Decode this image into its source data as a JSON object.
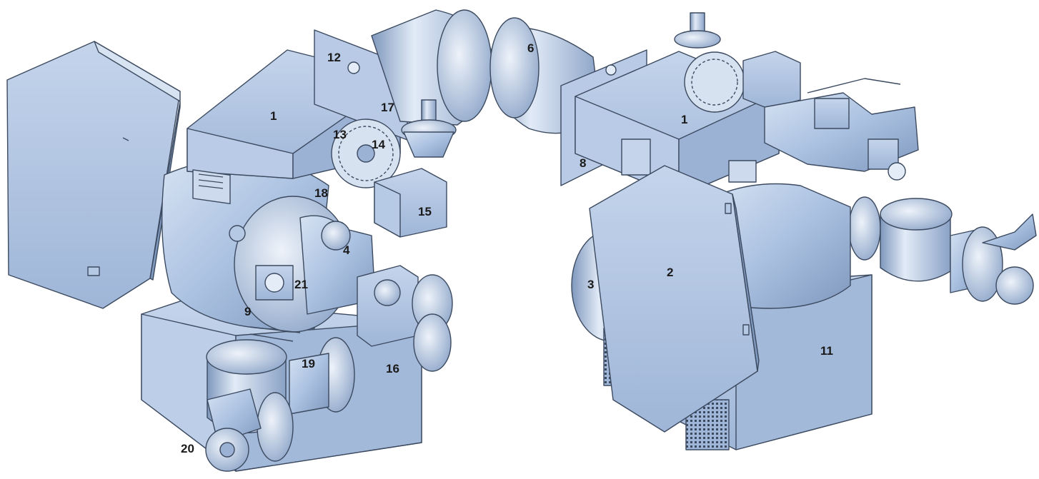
{
  "figure": {
    "left_view": {
      "callouts": [
        {
          "id": "1",
          "label": "1"
        },
        {
          "id": "4",
          "label": "4"
        },
        {
          "id": "9",
          "label": "9"
        },
        {
          "id": "12",
          "label": "12"
        },
        {
          "id": "13",
          "label": "13"
        },
        {
          "id": "14",
          "label": "14"
        },
        {
          "id": "15",
          "label": "15"
        },
        {
          "id": "16",
          "label": "16"
        },
        {
          "id": "17",
          "label": "17"
        },
        {
          "id": "18",
          "label": "18"
        },
        {
          "id": "19",
          "label": "19"
        },
        {
          "id": "20",
          "label": "20"
        },
        {
          "id": "21",
          "label": "21"
        }
      ]
    },
    "right_view": {
      "callouts": [
        {
          "id": "1",
          "label": "1"
        },
        {
          "id": "2",
          "label": "2"
        },
        {
          "id": "3",
          "label": "3"
        },
        {
          "id": "6",
          "label": "6"
        },
        {
          "id": "8",
          "label": "8"
        },
        {
          "id": "11",
          "label": "11"
        }
      ]
    },
    "colors": {
      "metal": "#a9c0e0",
      "metal_light": "#cfdcef",
      "metal_dark": "#7b93b8",
      "outline": "#3c4a60",
      "label": "#1a1a1a"
    }
  }
}
